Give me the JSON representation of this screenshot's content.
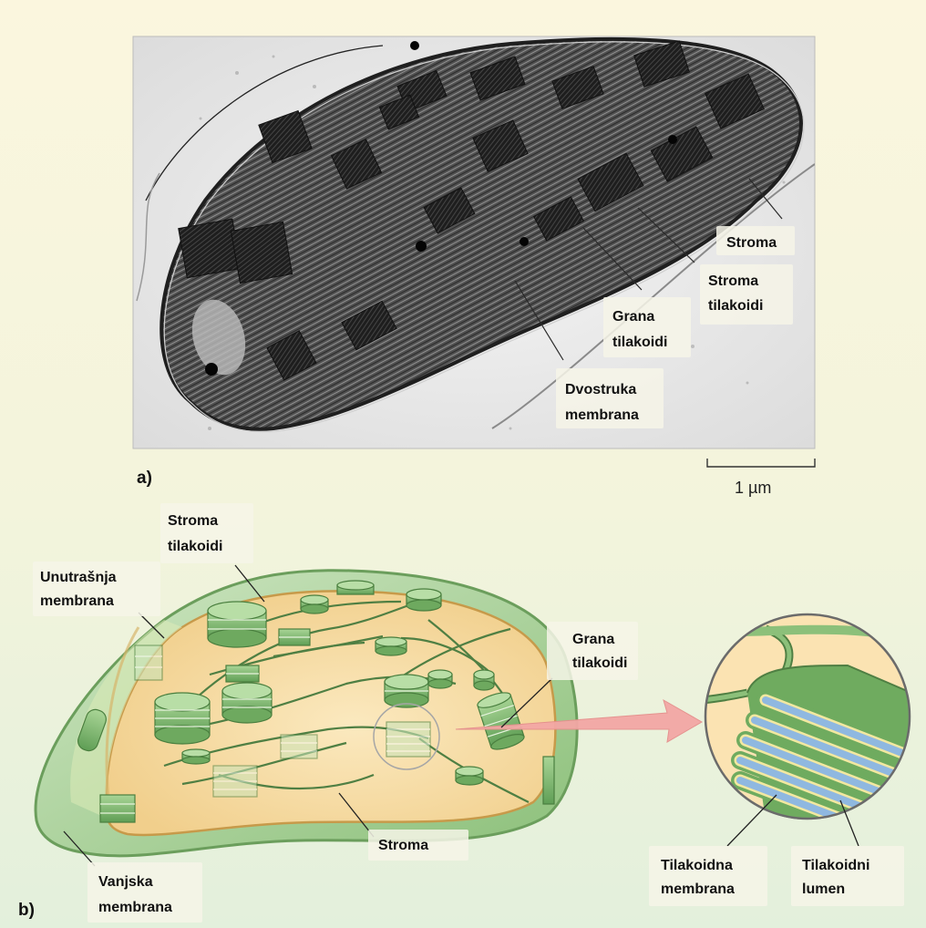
{
  "panel_a": {
    "marker": "a)",
    "scale_bar": "1 µm",
    "labels": {
      "stroma": "Stroma",
      "stroma_thylakoids_1": "Stroma",
      "stroma_thylakoids_2": "tilakoidi",
      "grana_1": "Grana",
      "grana_2": "tilakoidi",
      "double_membrane_1": "Dvostruka",
      "double_membrane_2": "membrana"
    }
  },
  "panel_b": {
    "marker": "b)",
    "labels": {
      "stroma_thylakoids_1": "Stroma",
      "stroma_thylakoids_2": "tilakoidi",
      "inner_membrane_1": "Unutrašnja",
      "inner_membrane_2": "membrana",
      "grana_1": "Grana",
      "grana_2": "tilakoidi",
      "stroma": "Stroma",
      "outer_membrane_1": "Vanjska",
      "outer_membrane_2": "membrana",
      "thylakoid_membrane_1": "Tilakoidna",
      "thylakoid_membrane_2": "membrana",
      "thylakoid_lumen_1": "Tilakoidni",
      "thylakoid_lumen_2": "lumen"
    }
  },
  "colors": {
    "thylakoid_green": "#7fb870",
    "stroma_yellow": "#f7dfa8",
    "lumen_blue": "#8fb8e0",
    "arrow_pink": "#f0a0a0"
  }
}
